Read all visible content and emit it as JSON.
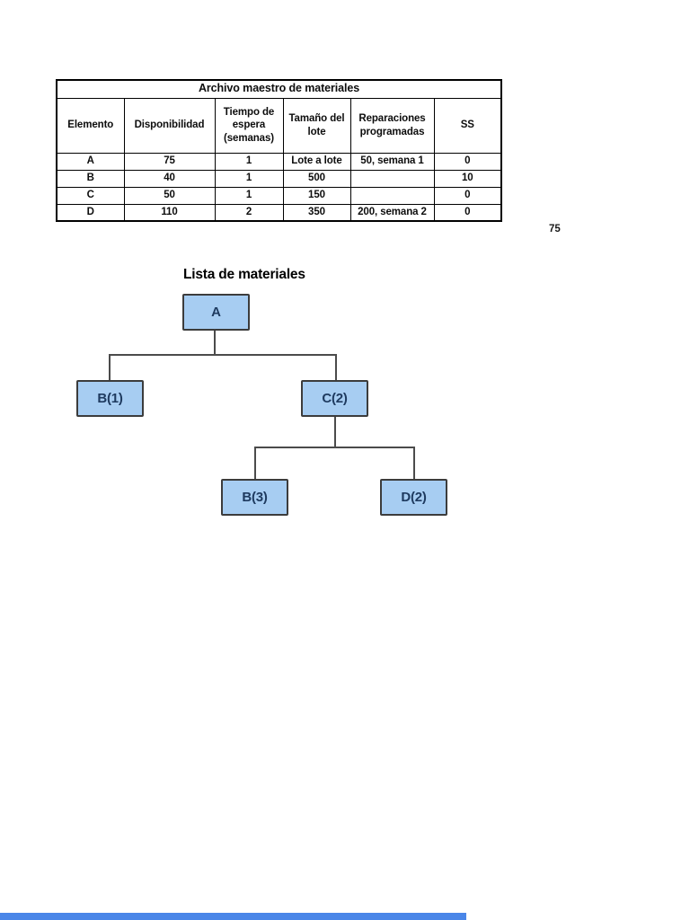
{
  "page": {
    "background_color": "#ffffff",
    "page_number_label": "75"
  },
  "table": {
    "title": "Archivo maestro de materiales",
    "headers": [
      "Elemento",
      "Disponibilidad",
      "Tiempo de espera (semanas)",
      "Tamaño del lote",
      "Reparaciones programadas",
      "SS"
    ],
    "rows": [
      [
        "A",
        "75",
        "1",
        "Lote a lote",
        "50, semana 1",
        "0"
      ],
      [
        "B",
        "40",
        "1",
        "500",
        "",
        "10"
      ],
      [
        "C",
        "50",
        "1",
        "150",
        "",
        "0"
      ],
      [
        "D",
        "110",
        "2",
        "350",
        "200, semana 2",
        "0"
      ]
    ]
  },
  "diagram": {
    "title": "Lista de materiales",
    "type": "tree",
    "node_fill_color": "#a7cdf2",
    "node_border_color": "#3c3c3c",
    "node_text_color": "#1e3a5f",
    "connector_color": "#4b4b4b",
    "nodes": [
      {
        "id": "A",
        "label": "A",
        "parent": null
      },
      {
        "id": "B1",
        "label": "B(1)",
        "parent": "A"
      },
      {
        "id": "C2",
        "label": "C(2)",
        "parent": "A"
      },
      {
        "id": "B3",
        "label": "B(3)",
        "parent": "C2"
      },
      {
        "id": "D2",
        "label": "D(2)",
        "parent": "C2"
      }
    ]
  },
  "footer": {
    "bottom_bar_color": "#4a86e8"
  }
}
